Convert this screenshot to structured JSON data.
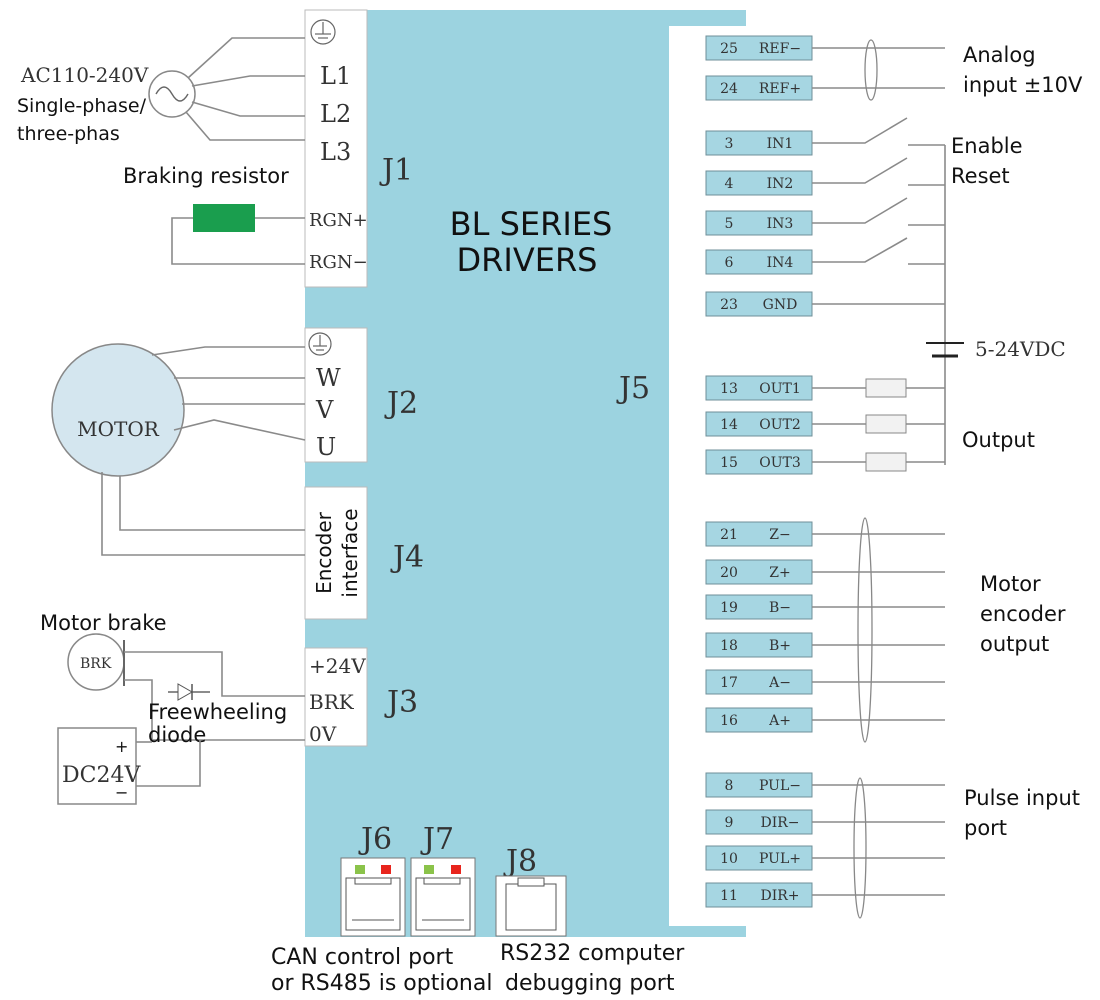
{
  "drive": {
    "title_line1": "BL SERIES",
    "title_line2": "DRIVERS"
  },
  "connectors": {
    "j1": "J1",
    "j2": "J2",
    "j3": "J3",
    "j4": "J4",
    "j5": "J5",
    "j6": "J6",
    "j7": "J7",
    "j8": "J8"
  },
  "j1_terminals": [
    "L1",
    "L2",
    "L3",
    "RGN+",
    "RGN−"
  ],
  "j2_terminals": [
    "W",
    "V",
    "U"
  ],
  "j3_terminals": [
    "+24V",
    "BRK",
    "0V"
  ],
  "j4_label": [
    "Encoder",
    "interface"
  ],
  "left_labels": {
    "ac_voltage": "AC110-240V",
    "ac_phase_1": "Single-phase/",
    "ac_phase_2": "three-phas",
    "braking_resistor": "Braking resistor",
    "motor": "MOTOR",
    "motor_brake": "Motor brake",
    "brk": "BRK",
    "freewheel_1": "Freewheeling",
    "freewheel_2": "diode",
    "dc_supply": "DC24V",
    "dc_plus": "+",
    "dc_minus": "−"
  },
  "j5_pins": [
    {
      "num": "25",
      "name": "REF−"
    },
    {
      "num": "24",
      "name": "REF+"
    },
    {
      "num": "3",
      "name": "IN1"
    },
    {
      "num": "4",
      "name": "IN2"
    },
    {
      "num": "5",
      "name": "IN3"
    },
    {
      "num": "6",
      "name": "IN4"
    },
    {
      "num": "23",
      "name": "GND"
    },
    {
      "num": "13",
      "name": "OUT1"
    },
    {
      "num": "14",
      "name": "OUT2"
    },
    {
      "num": "15",
      "name": "OUT3"
    },
    {
      "num": "21",
      "name": "Z−"
    },
    {
      "num": "20",
      "name": "Z+"
    },
    {
      "num": "19",
      "name": "B−"
    },
    {
      "num": "18",
      "name": "B+"
    },
    {
      "num": "17",
      "name": "A−"
    },
    {
      "num": "16",
      "name": "A+"
    },
    {
      "num": "8",
      "name": "PUL−"
    },
    {
      "num": "9",
      "name": "DIR−"
    },
    {
      "num": "10",
      "name": "PUL+"
    },
    {
      "num": "11",
      "name": "DIR+"
    }
  ],
  "right_labels": {
    "analog_1": "Analog",
    "analog_2": "input ±10V",
    "enable": "Enable",
    "reset": "Reset",
    "supply": "5-24VDC",
    "output": "Output",
    "encoder_1": "Motor",
    "encoder_2": "encoder",
    "encoder_3": "output",
    "pulse_1": "Pulse input",
    "pulse_2": "port"
  },
  "bottom_labels": {
    "can_1": "CAN control port",
    "can_2": "or RS485 is optional",
    "rs232_1": "RS232 computer",
    "rs232_2": "debugging port"
  },
  "colors": {
    "drive_body": "#9cd3e0",
    "pin_box": "#a6d6e2",
    "braking_resistor": "#1a9e4e",
    "motor": "#d4e6ef",
    "led_green": "#8bc34a",
    "led_red": "#e8251d"
  }
}
